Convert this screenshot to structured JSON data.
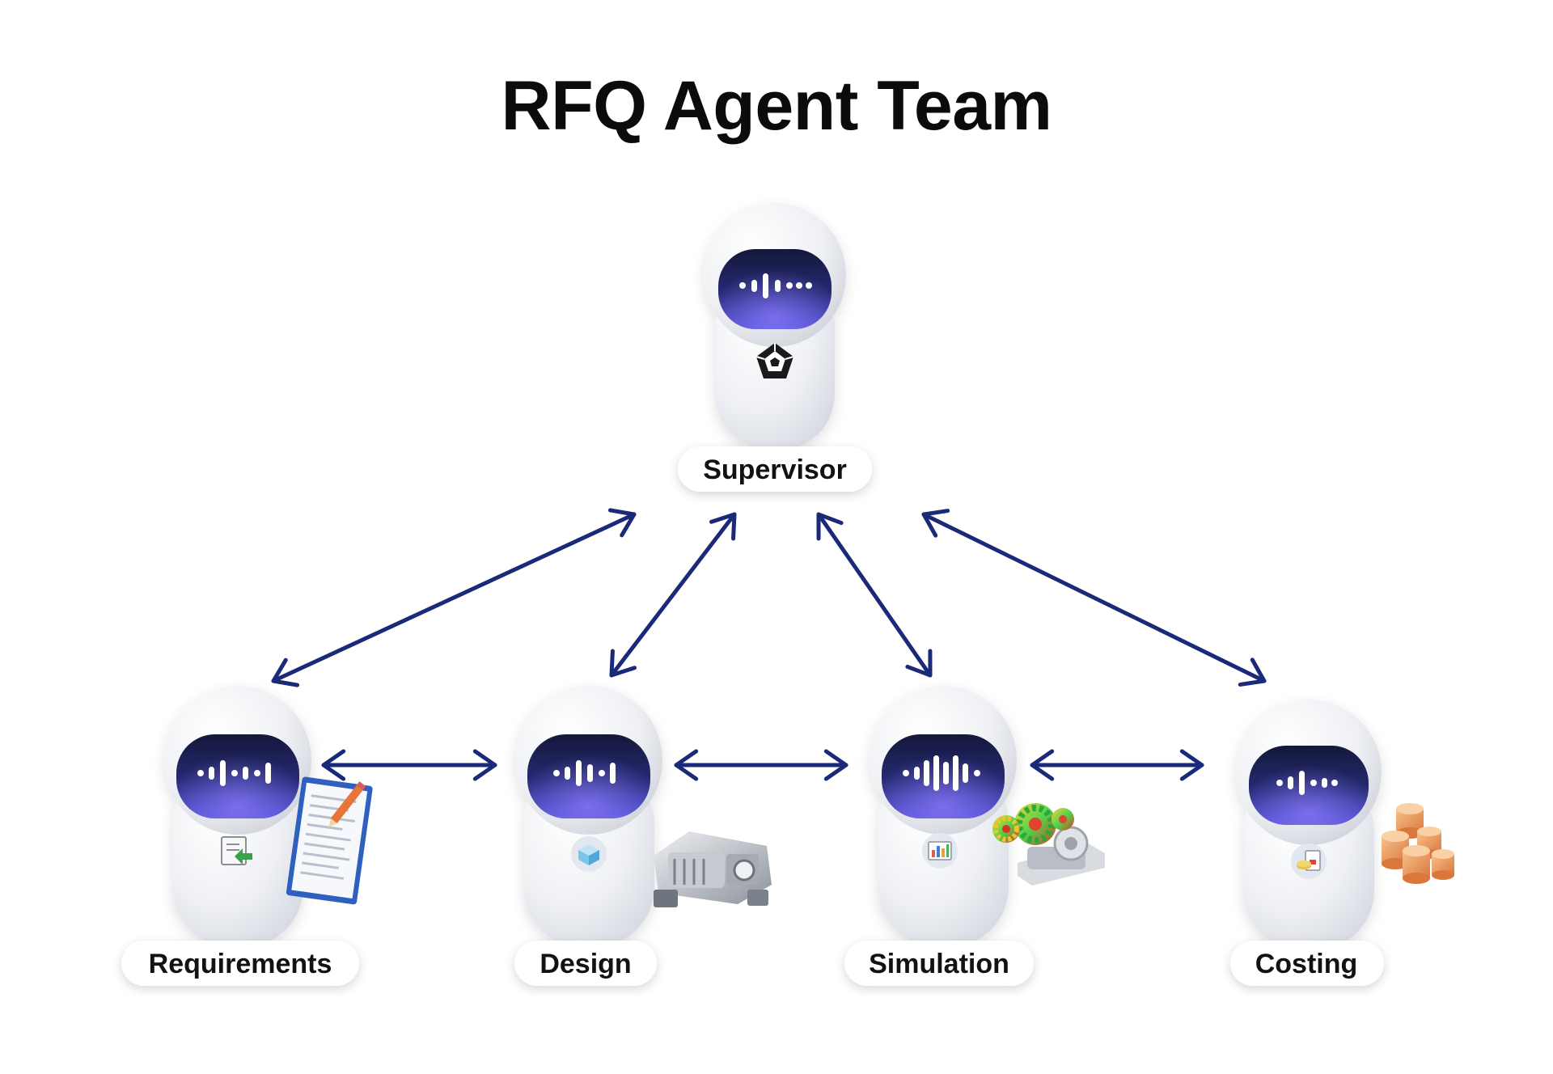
{
  "title": "RFQ Agent Team",
  "agents": {
    "supervisor": {
      "label": "Supervisor",
      "emblem": "pentagon-logo-icon"
    },
    "requirements": {
      "label": "Requirements",
      "badge": "document-import-icon",
      "prop": "clipboard-pencil-icon"
    },
    "design": {
      "label": "Design",
      "badge": "cube-icon",
      "prop": "gearbox-machine-icon"
    },
    "simulation": {
      "label": "Simulation",
      "badge": "chart-window-icon",
      "prop": "gear-simulation-icon"
    },
    "costing": {
      "label": "Costing",
      "badge": "coins-card-icon",
      "prop": "coin-stack-icon"
    }
  },
  "connections": [
    [
      "supervisor",
      "requirements"
    ],
    [
      "supervisor",
      "design"
    ],
    [
      "supervisor",
      "simulation"
    ],
    [
      "supervisor",
      "costing"
    ],
    [
      "requirements",
      "design"
    ],
    [
      "design",
      "simulation"
    ],
    [
      "simulation",
      "costing"
    ]
  ],
  "colors": {
    "arrow": "#1b2a78",
    "visor": "#1c2150",
    "visor_glow": "#4b4fc8",
    "voice_bars": "#ffffff",
    "body": "#f3f4f7",
    "label_bg": "#ffffff"
  }
}
